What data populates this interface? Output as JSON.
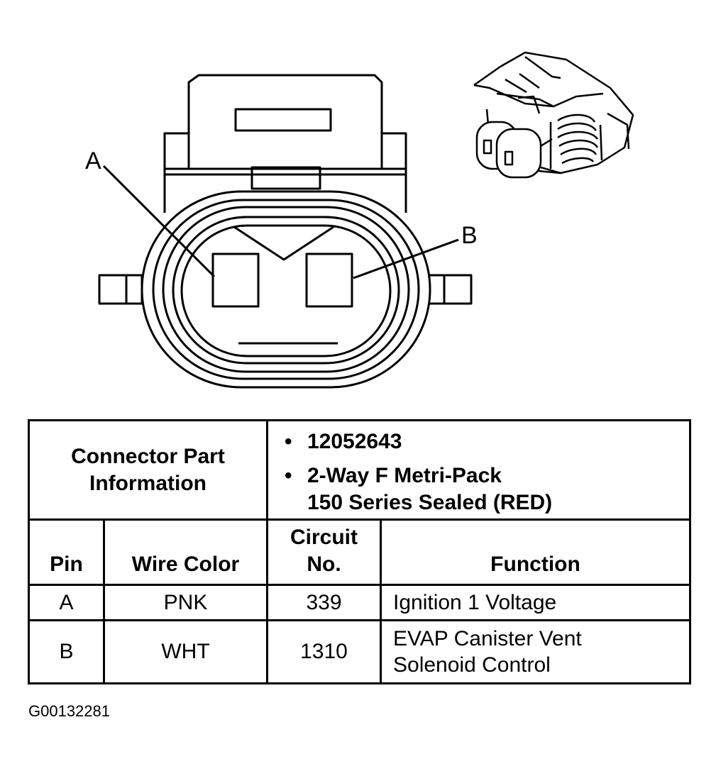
{
  "pin_labels": {
    "a": "A",
    "b": "B"
  },
  "table": {
    "info_header": "Connector Part Information",
    "info_items": [
      "12052643",
      "2-Way F Metri-Pack",
      "150 Series Sealed (RED)"
    ],
    "columns": {
      "pin": "Pin",
      "wire_color": "Wire Color",
      "circuit_line1": "Circuit",
      "circuit_line2": "No.",
      "function": "Function"
    },
    "rows": [
      {
        "pin": "A",
        "wire_color": "PNK",
        "circuit": "339",
        "function_line1": "Ignition 1 Voltage",
        "function_line2": ""
      },
      {
        "pin": "B",
        "wire_color": "WHT",
        "circuit": "1310",
        "function_line1": "EVAP Canister Vent",
        "function_line2": "Solenoid Control"
      }
    ]
  },
  "figure_id": "G00132281"
}
